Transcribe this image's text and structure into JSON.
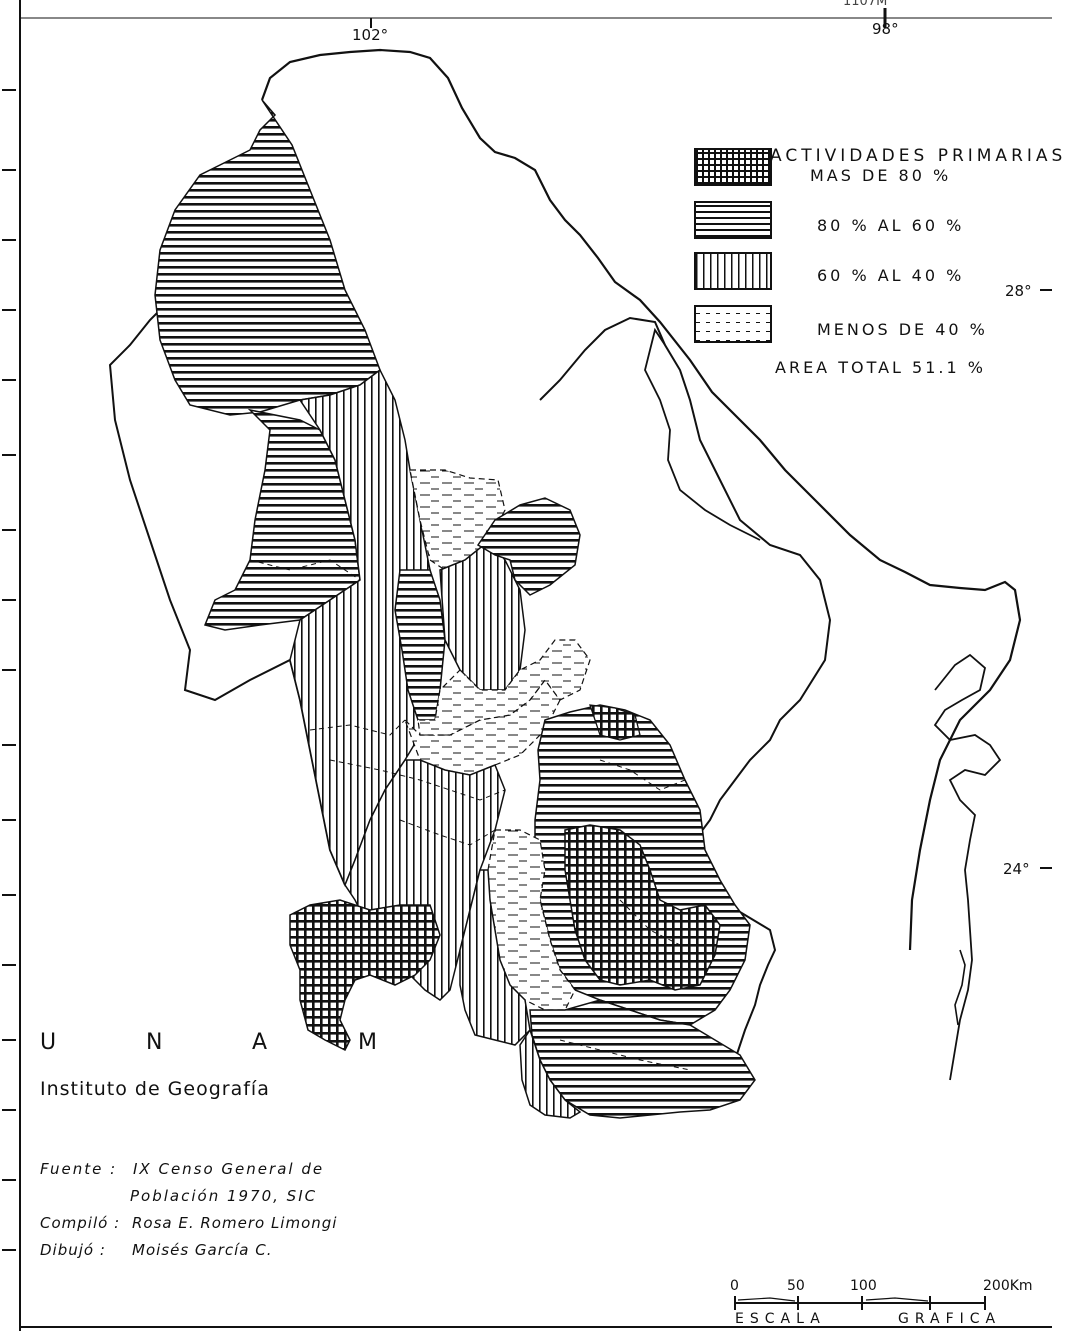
{
  "header_fragment": "1107M",
  "coords": {
    "lon_102": "102°",
    "lon_98": "98°",
    "lat_28": "28°",
    "lat_24": "24°"
  },
  "legend": {
    "title": "ACTIVIDADES PRIMARIAS",
    "items": [
      {
        "label": "MAS DE 80 %",
        "pattern": "grid"
      },
      {
        "label": "80 % AL 60 %",
        "pattern": "horizontal-lines"
      },
      {
        "label": "60 % AL 40 %",
        "pattern": "vertical-lines"
      },
      {
        "label": "MENOS DE 40 %",
        "pattern": "dashes"
      }
    ],
    "total": "AREA TOTAL 51.1 %"
  },
  "institution": {
    "letters": [
      "U",
      "N",
      "A",
      "M"
    ],
    "name": "Instituto de Geografía"
  },
  "credits": {
    "fuente_label": "Fuente :",
    "fuente_line1": "IX Censo General de",
    "fuente_line2": "Población 1970, SIC",
    "compilo_label": "Compiló :",
    "compilo_value": "Rosa E. Romero Limongi",
    "dibujo_label": "Dibujó :",
    "dibujo_value": "Moisés García C."
  },
  "scale": {
    "ticks": [
      "0",
      "50",
      "100",
      "200Km"
    ],
    "caption_left": "ESCALA",
    "caption_right": "GRAFICA"
  },
  "colors": {
    "ink": "#111111",
    "paper": "#ffffff"
  }
}
